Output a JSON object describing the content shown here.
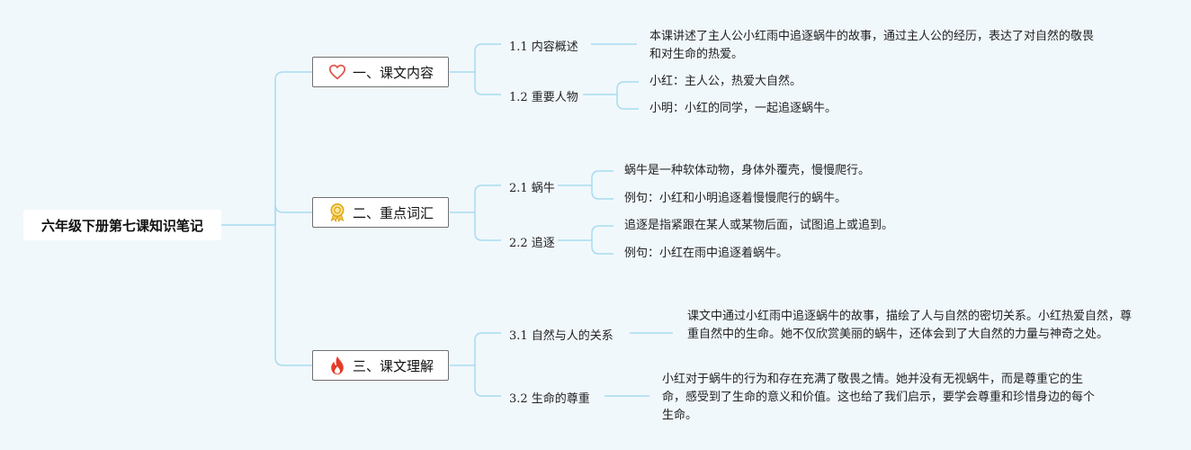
{
  "root": {
    "title": "六年级下册第七课知识笔记"
  },
  "branches": [
    {
      "title": "一、课文内容",
      "icon": "heart-icon",
      "subs": [
        {
          "label": "1.1 内容概述",
          "leaves": [
            "本课讲述了主人公小红雨中追逐蜗牛的故事，通过主人公的经历，表达了对自然的敬畏和对生命的热爱。"
          ]
        },
        {
          "label": "1.2 重要人物",
          "leaves": [
            "小红：主人公，热爱大自然。",
            "小明：小红的同学，一起追逐蜗牛。"
          ]
        }
      ]
    },
    {
      "title": "二、重点词汇",
      "icon": "medal-icon",
      "subs": [
        {
          "label": "2.1 蜗牛",
          "leaves": [
            "蜗牛是一种软体动物，身体外覆壳，慢慢爬行。",
            "例句：小红和小明追逐着慢慢爬行的蜗牛。"
          ]
        },
        {
          "label": "2.2 追逐",
          "leaves": [
            "追逐是指紧跟在某人或某物后面，试图追上或追到。",
            "例句：小红在雨中追逐着蜗牛。"
          ]
        }
      ]
    },
    {
      "title": "三、课文理解",
      "icon": "fire-icon",
      "subs": [
        {
          "label": "3.1 自然与人的关系",
          "leaves": [
            "课文中通过小红雨中追逐蜗牛的故事，描绘了人与自然的密切关系。小红热爱自然，尊重自然中的生命。她不仅欣赏美丽的蜗牛，还体会到了大自然的力量与神奇之处。"
          ]
        },
        {
          "label": "3.2 生命的尊重",
          "leaves": [
            "小红对于蜗牛的行为和存在充满了敬畏之情。她并没有无视蜗牛，而是尊重它的生命，感受到了生命的意义和价值。这也给了我们启示，要学会尊重和珍惜身边的每个生命。"
          ]
        }
      ]
    }
  ],
  "colors": {
    "line": "#a8dcef",
    "heart": "#e0584f",
    "medal": "#e8b422",
    "fire": "#e53b27",
    "background": "#f1f8fc"
  }
}
